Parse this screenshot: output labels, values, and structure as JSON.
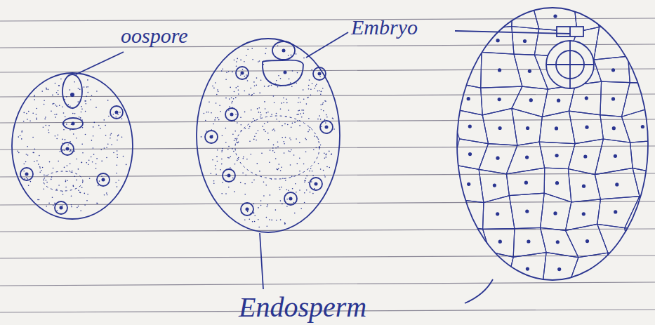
{
  "diagram": {
    "labels": [
      "oospore",
      "Embryo",
      "Endosperm"
    ]
  }
}
